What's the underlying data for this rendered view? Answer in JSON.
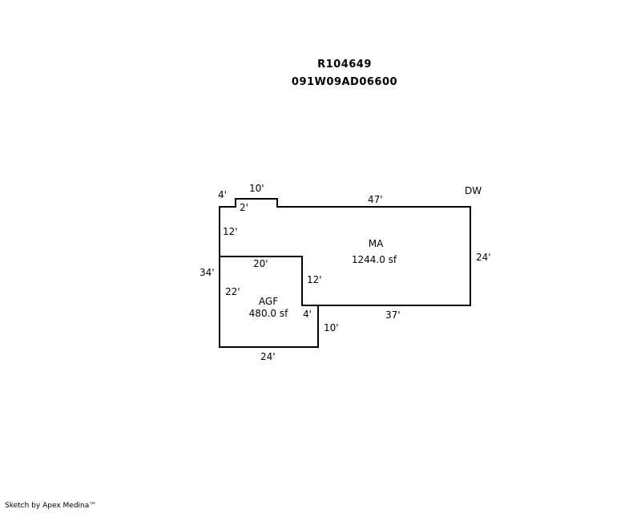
{
  "header": {
    "parcel_id": "R104649",
    "map_number": "091W09AD06600"
  },
  "areas": [
    {
      "code": "MA",
      "area": "1244.0 sf"
    },
    {
      "code": "AGF",
      "area": "480.0 sf"
    }
  ],
  "dimensions": {
    "notch_left": "4'",
    "notch_top": "10'",
    "notch_height": "2'",
    "ma_top": "47'",
    "ma_left_upper": "12'",
    "overall_left": "34'",
    "ma_right": "24'",
    "ma_bottom": "37'",
    "agf_top": "20'",
    "agf_left": "22'",
    "ma_inner_step": "12'",
    "agf_step": "4'",
    "agf_right": "10'",
    "agf_bottom": "24'"
  },
  "annotations": {
    "dw": "DW"
  },
  "footer": {
    "credit": "Sketch by Apex Medina™"
  }
}
